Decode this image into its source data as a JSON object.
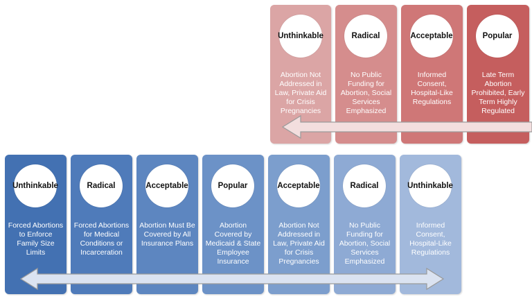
{
  "top_row": {
    "cards": [
      {
        "label": "Unthinkable",
        "description": "Abortion Not Addressed in Law, Private Aid for Crisis Pregnancies",
        "color": "#dba5a5"
      },
      {
        "label": "Radical",
        "description": "No Public Funding for Abortion, Social Services Emphasized",
        "color": "#d58d8d"
      },
      {
        "label": "Acceptable",
        "description": "Informed Consent, Hospital-Like Regulations",
        "color": "#cf7777"
      },
      {
        "label": "Popular",
        "description": "Late Term Abortion Prohibited, Early Term Highly Regulated",
        "color": "#c55e5e"
      }
    ]
  },
  "bottom_row": {
    "cards": [
      {
        "label": "Unthinkable",
        "description": "Forced Abortions to Enforce Family Size Limits",
        "color": "#4371b2"
      },
      {
        "label": "Radical",
        "description": "Forced Abortions for Medical Conditions or Incarceration",
        "color": "#4f7bba"
      },
      {
        "label": "Acceptable",
        "description": "Abortion Must Be Covered by All Insurance Plans",
        "color": "#5d86c0"
      },
      {
        "label": "Popular",
        "description": "Abortion Covered by Medicaid & State Employee Insurance",
        "color": "#6c92c7"
      },
      {
        "label": "Acceptable",
        "description": "Abortion Not Addressed in Law, Private Aid for Crisis Pregnancies",
        "color": "#7c9ecd"
      },
      {
        "label": "Radical",
        "description": "No Public Funding for Abortion, Social Services Emphasized",
        "color": "#8eaad4"
      },
      {
        "label": "Unthinkable",
        "description": "Informed Consent, Hospital-Like Regulations",
        "color": "#a2b9dc"
      }
    ]
  },
  "colors": {
    "top_arrow": "#f3dede",
    "bottom_arrow": "#dbe3f1",
    "arrow_stroke": "#9a9a9a"
  }
}
